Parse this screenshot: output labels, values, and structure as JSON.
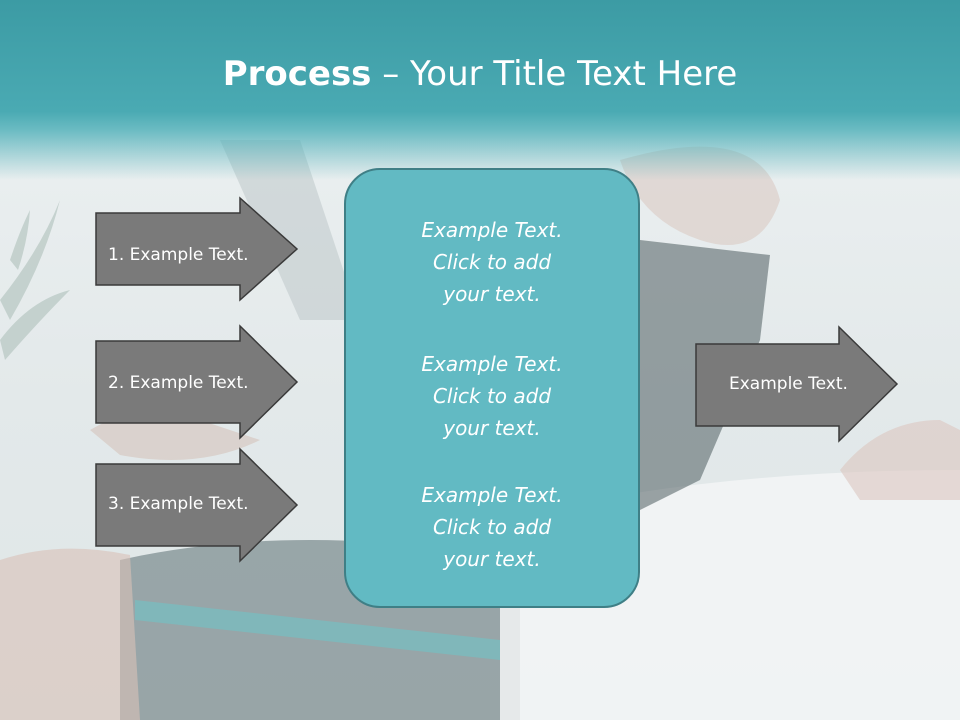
{
  "title": {
    "bold": "Process",
    "rest": " – Your Title Text Here"
  },
  "left_arrows": [
    {
      "label": "1. Example Text."
    },
    {
      "label": "2. Example Text."
    },
    {
      "label": "3. Example Text."
    }
  ],
  "center_box": {
    "blocks": [
      {
        "line1": "Example Text.",
        "line2": "Click  to add",
        "line3": "your text."
      },
      {
        "line1": "Example Text.",
        "line2": "Click  to add",
        "line3": "your text."
      },
      {
        "line1": "Example Text.",
        "line2": "Click  to add",
        "line3": "your text."
      }
    ]
  },
  "right_arrow": {
    "label": "Example Text."
  },
  "colors": {
    "title_band": "#4aaab3",
    "arrow_fill": "#7a7a7a",
    "arrow_stroke": "#3a3a3a",
    "center_fill": "#62bac3",
    "center_stroke": "#3f7f86"
  }
}
